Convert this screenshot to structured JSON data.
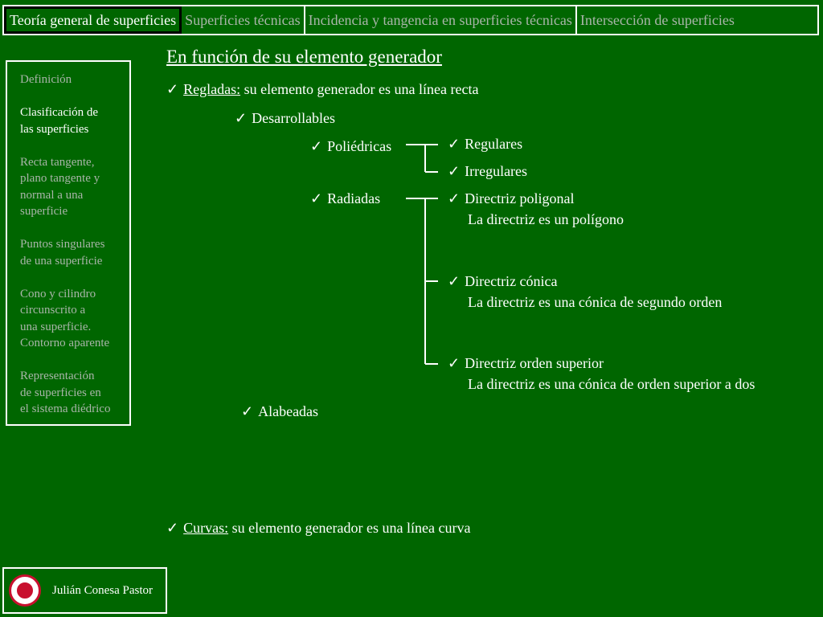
{
  "tabs": [
    "Teoría general de superficies",
    "Superficies técnicas",
    "Incidencia y tangencia en superficies técnicas",
    "Intersección de superficies"
  ],
  "sidebar": {
    "items": [
      "Definición",
      "Clasificación de\nlas superficies",
      "Recta tangente,\nplano tangente y\nnormal a una\nsuperficie",
      "Puntos singulares\nde una superficie",
      "Cono y cilindro\ncircunscrito a\nuna superficie.\nContorno aparente",
      "Representación\nde superficies en\nel sistema diédrico"
    ]
  },
  "main": {
    "title": "En función de su elemento generador",
    "check": "✓",
    "regladas_label": "Regladas:",
    "regladas_text": " su elemento generador es una línea recta",
    "desarrollables": "Desarrollables",
    "poliedricas": "Poliédricas",
    "regulares": "Regulares",
    "irregulares": "Irregulares",
    "radiadas": "Radiadas",
    "directriz_poligonal": "Directriz poligonal",
    "directriz_poligonal_desc": "La directriz es un polígono",
    "directriz_conica": "Directriz cónica",
    "directriz_conica_desc": "La directriz es una cónica de segundo orden",
    "directriz_orden": "Directriz orden superior",
    "directriz_orden_desc": "La directriz es una cónica de orden superior a dos",
    "alabeadas": "Alabeadas",
    "curvas_label": "Curvas:",
    "curvas_text": " su elemento generador es una línea curva"
  },
  "footer": {
    "author": "Julián Conesa Pastor"
  }
}
